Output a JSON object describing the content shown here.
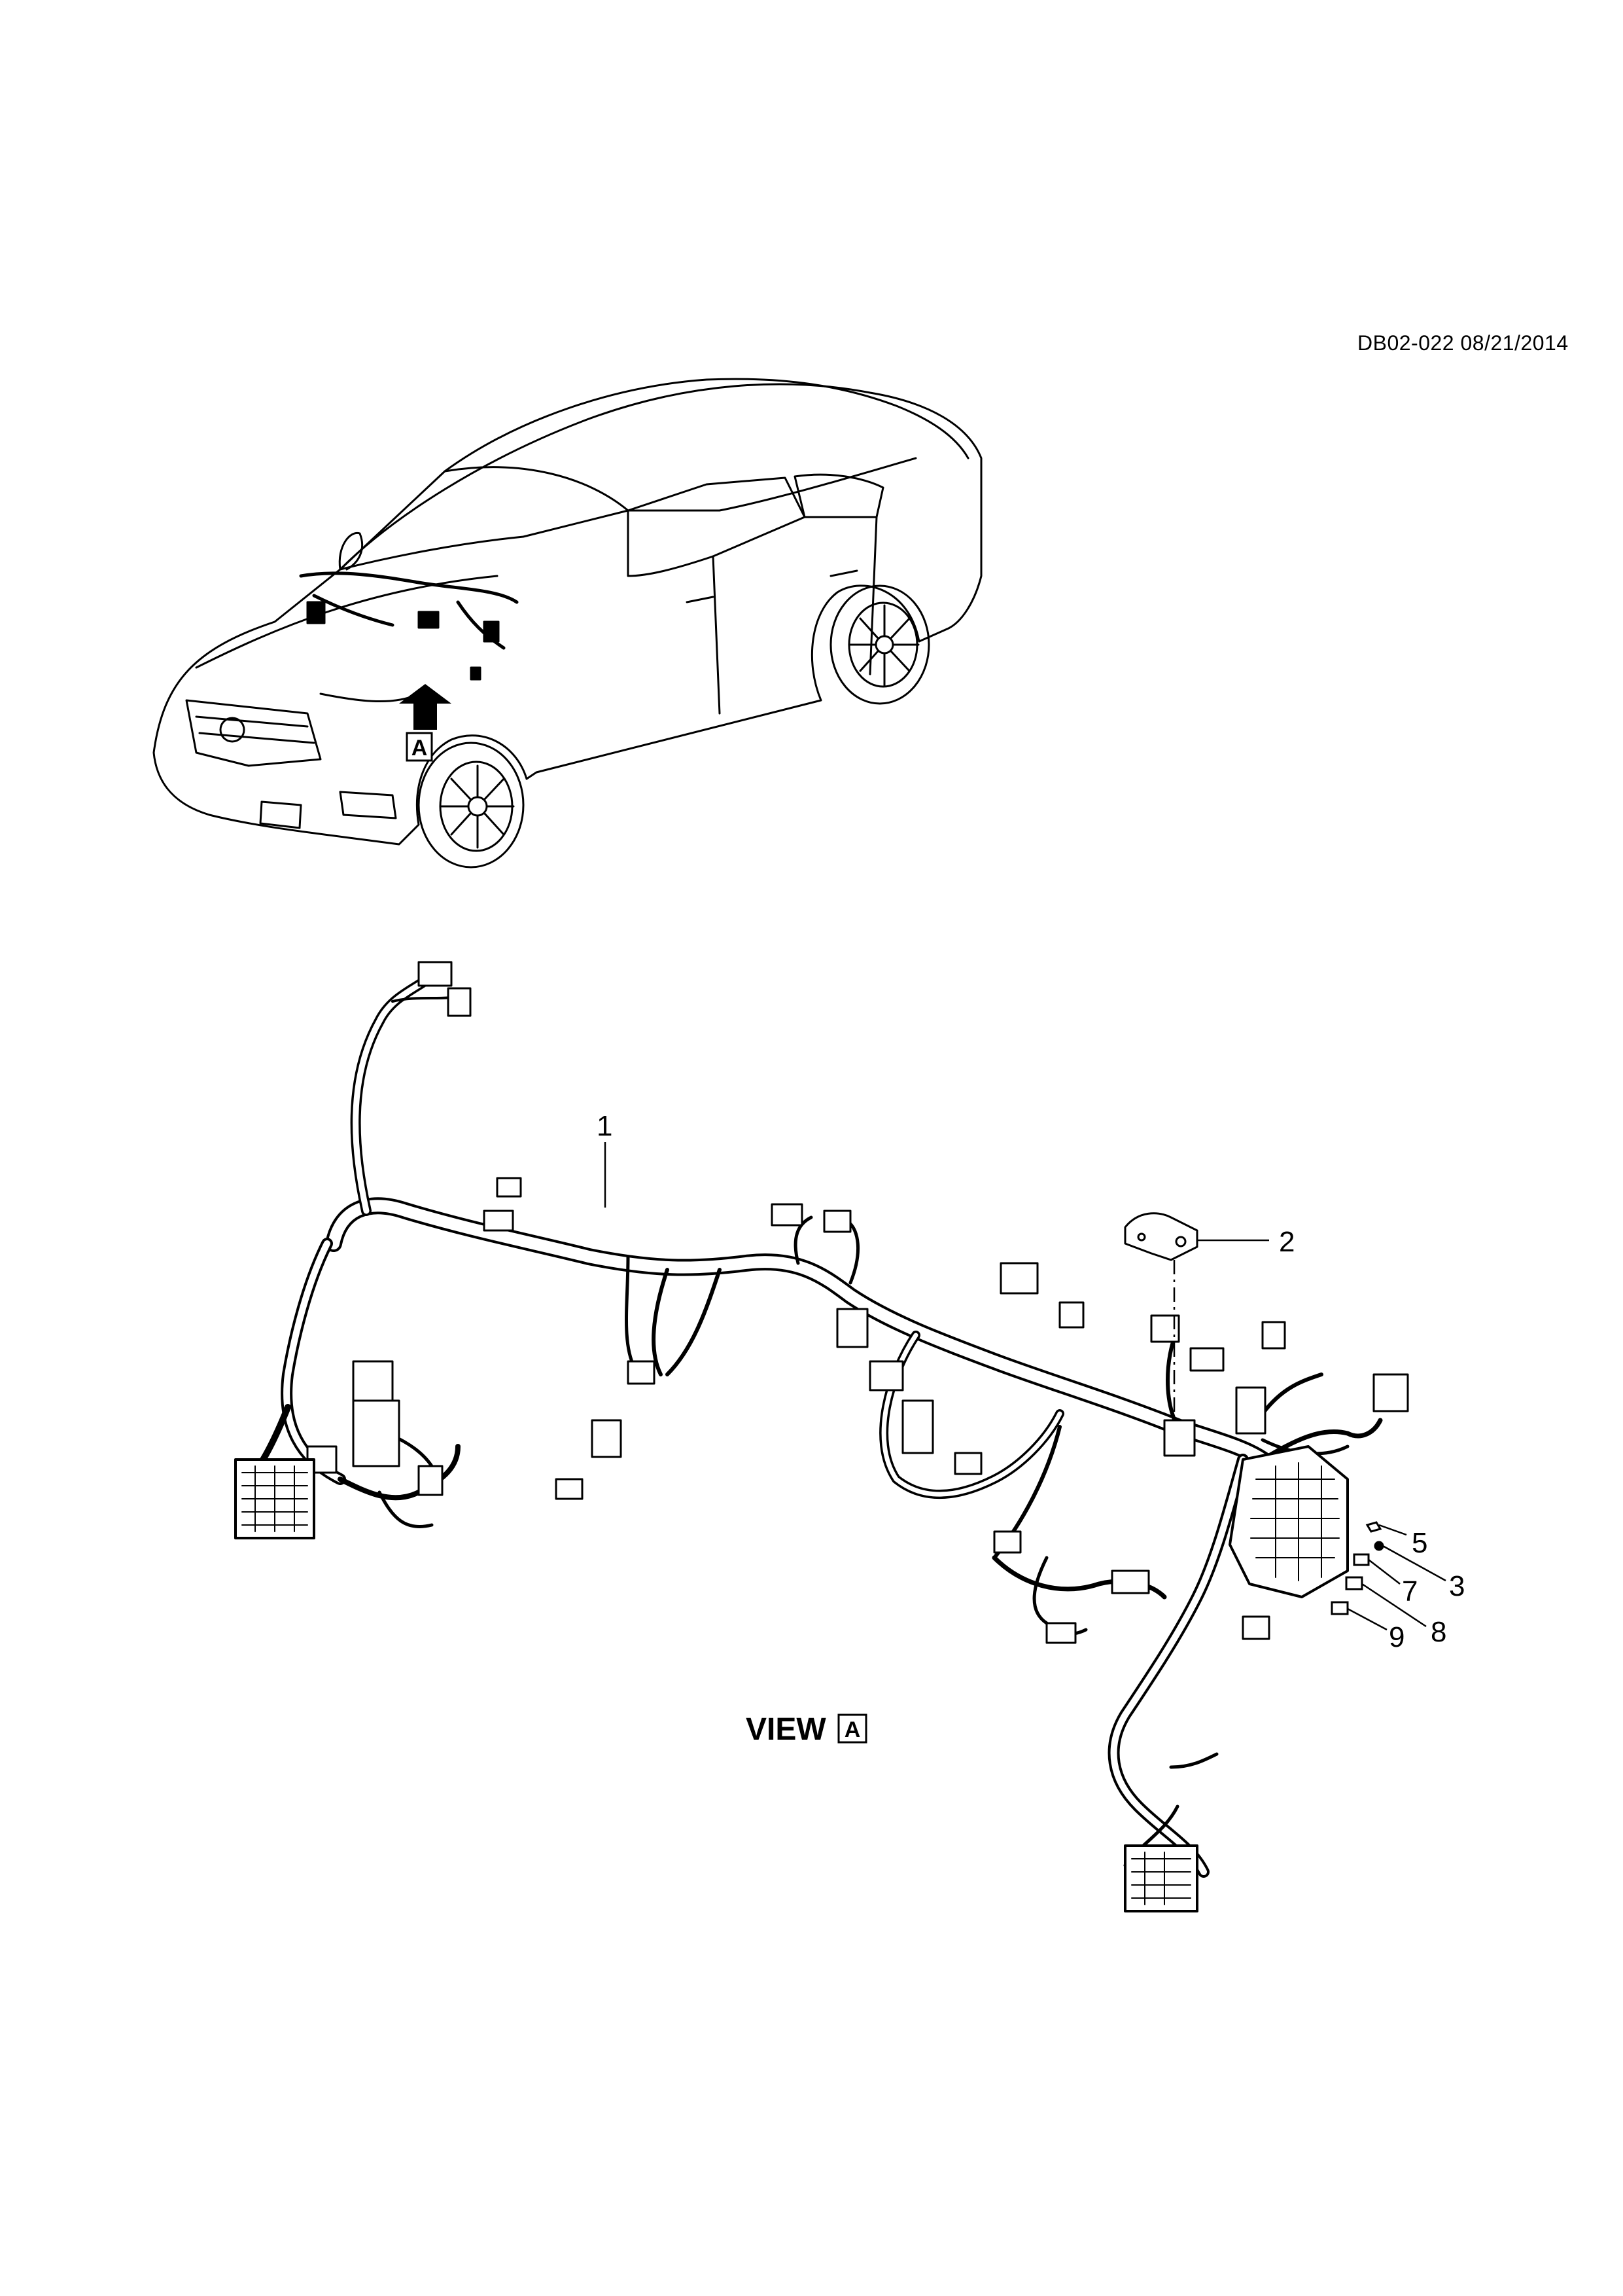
{
  "header": {
    "doc_code": "DB02-022 08/21/2014"
  },
  "overview": {
    "view_marker": "A"
  },
  "callouts": [
    {
      "number": "1"
    },
    {
      "number": "2"
    },
    {
      "number": "5"
    },
    {
      "number": "3"
    },
    {
      "number": "7"
    },
    {
      "number": "8"
    },
    {
      "number": "9"
    }
  ],
  "view_caption": {
    "text": "VIEW",
    "marker": "A"
  }
}
